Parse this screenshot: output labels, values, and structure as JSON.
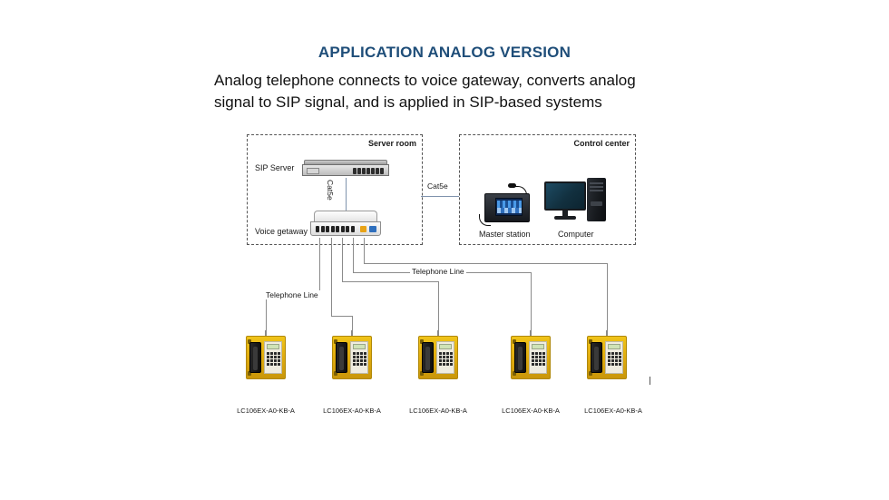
{
  "slide": {
    "title": "APPLICATION ANALOG VERSION",
    "subtitle": "Analog telephone connects to voice gateway, converts analog signal to SIP signal, and is applied in SIP-based systems",
    "title_color": "#1F4E79",
    "background": "#FFFFFF"
  },
  "diagram": {
    "zones": [
      {
        "id": "server-room",
        "title": "Server room"
      },
      {
        "id": "control-center",
        "title": "Control center"
      }
    ],
    "devices": [
      {
        "id": "sip-server",
        "label": "SIP Server",
        "icon": "rack-server-icon"
      },
      {
        "id": "voice-gateway",
        "label": "Voice getaway",
        "icon": "gateway-switch-icon"
      },
      {
        "id": "master-station",
        "label": "Master station",
        "icon": "master-station-icon"
      },
      {
        "id": "computer",
        "label": "Computer",
        "icon": "desktop-computer-icon"
      }
    ],
    "link_labels": {
      "cat5e_vertical": "Cat5e",
      "cat5e_horizontal": "Cat5e",
      "telephone_line_left": "Telephone Line",
      "telephone_line_right": "Telephone Line"
    },
    "phones": [
      {
        "model": "LC106EX-A0-KB-A"
      },
      {
        "model": "LC106EX-A0-KB-A"
      },
      {
        "model": "LC106EX-A0-KB-A"
      },
      {
        "model": "LC106EX-A0-KB-A"
      },
      {
        "model": "LC106EX-A0-KB-A"
      }
    ],
    "colors": {
      "phone_body": "#E0AB0D",
      "line": "#8B8B8B",
      "zone_border": "#555555"
    }
  }
}
